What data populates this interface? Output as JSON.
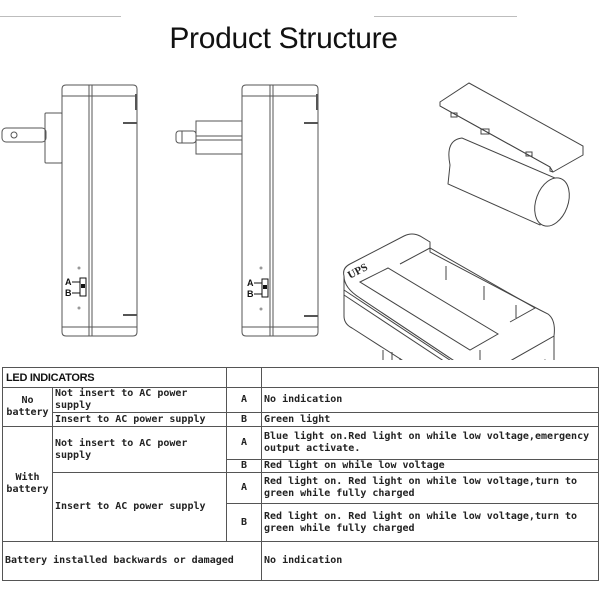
{
  "page": {
    "title": "Product Structure"
  },
  "figure": {
    "views": [
      "us-plug-side-view",
      "eu-plug-side-view",
      "exploded-3d-view"
    ],
    "led_labels": {
      "a": "A",
      "b": "B"
    },
    "device_brand": "UPS"
  },
  "table": {
    "header": "LED INDICATORS",
    "no_battery": {
      "label": "No battery",
      "rows": [
        {
          "condition": "Not insert to AC power supply",
          "led": "A",
          "indication": "No indication"
        },
        {
          "condition": "Insert to AC power supply",
          "led": "B",
          "indication": "Green light"
        }
      ]
    },
    "with_battery": {
      "label": "With battery",
      "groups": [
        {
          "condition": "Not insert to AC power supply",
          "rows": [
            {
              "led": "A",
              "indication": "Blue light on.Red light on while low voltage,emergency output activate."
            },
            {
              "led": "B",
              "indication": "Red light on while low voltage"
            }
          ]
        },
        {
          "condition": "Insert to AC power supply",
          "rows": [
            {
              "led": "A",
              "indication": "Red light on. Red light on while low voltage,turn to green while fully charged"
            },
            {
              "led": "B",
              "indication": "Red light on. Red light on while low voltage,turn to green while fully charged"
            }
          ]
        }
      ]
    },
    "fault": {
      "condition": "Battery installed backwards or damaged",
      "indication": "No indication"
    }
  }
}
